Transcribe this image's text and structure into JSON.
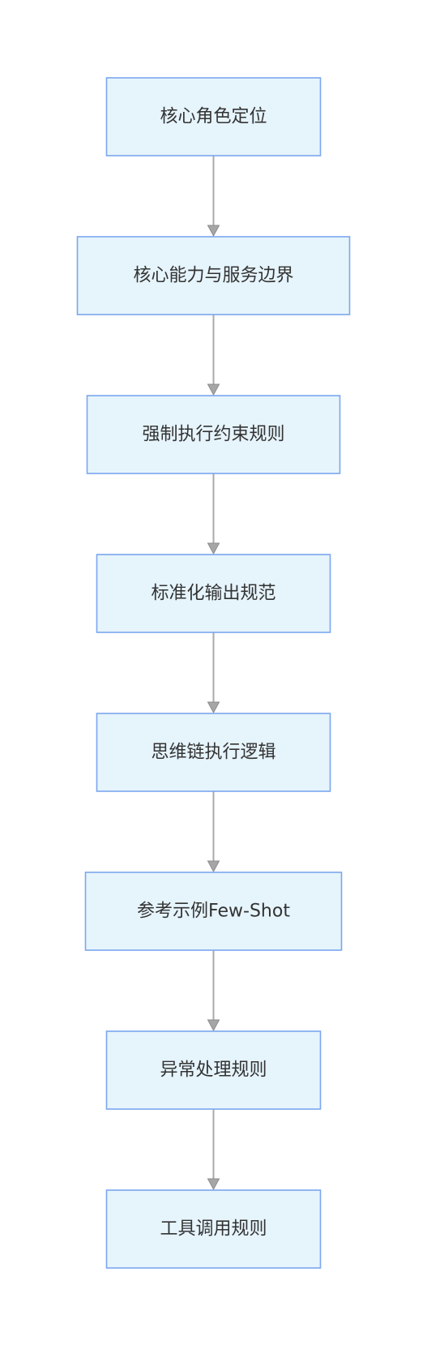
{
  "flowchart": {
    "direction": "top-to-bottom",
    "colors": {
      "node_fill": "#e6f4fc",
      "node_border": "#7aa7ee",
      "edge": "#aaaaaa",
      "text": "#333333"
    },
    "nodes": [
      {
        "id": "n1",
        "label": "核心角色定位"
      },
      {
        "id": "n2",
        "label": "核心能力与服务边界"
      },
      {
        "id": "n3",
        "label": "强制执行约束规则"
      },
      {
        "id": "n4",
        "label": "标准化输出规范"
      },
      {
        "id": "n5",
        "label": "思维链执行逻辑"
      },
      {
        "id": "n6",
        "label": "参考示例Few-Shot"
      },
      {
        "id": "n7",
        "label": "异常处理规则"
      },
      {
        "id": "n8",
        "label": "工具调用规则"
      }
    ],
    "edges": [
      {
        "from": "n1",
        "to": "n2"
      },
      {
        "from": "n2",
        "to": "n3"
      },
      {
        "from": "n3",
        "to": "n4"
      },
      {
        "from": "n4",
        "to": "n5"
      },
      {
        "from": "n5",
        "to": "n6"
      },
      {
        "from": "n6",
        "to": "n7"
      },
      {
        "from": "n7",
        "to": "n8"
      }
    ]
  }
}
